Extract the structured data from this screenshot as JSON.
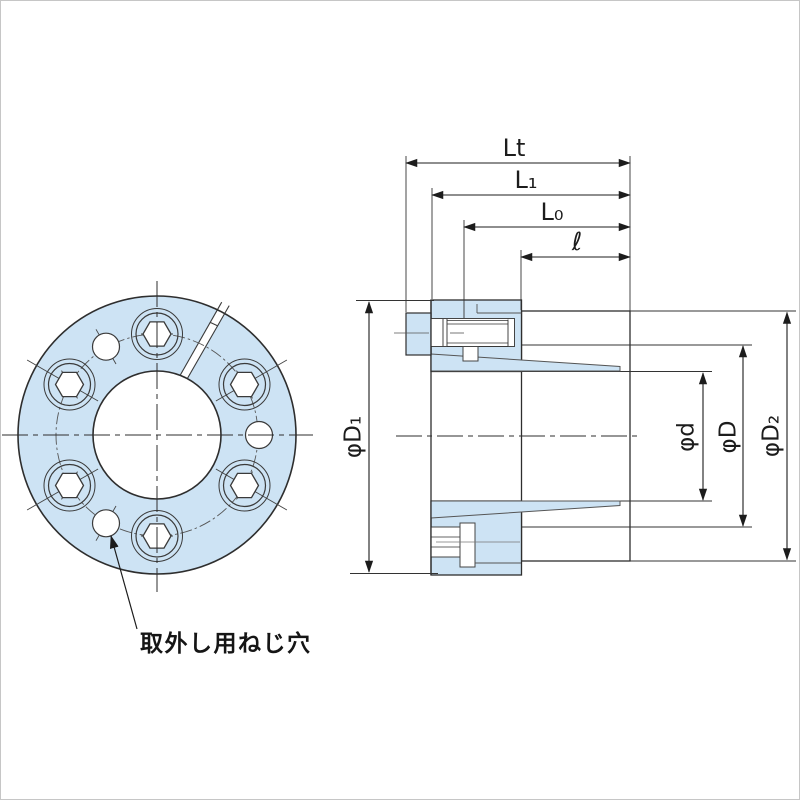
{
  "page": {
    "background": "#ffffff",
    "border_color": "#c6c6c6"
  },
  "drawing": {
    "part_fill": "#cde3f4",
    "outline_color": "#2e2e2e",
    "thin_line_color": "#4a4a4a",
    "front_view": {
      "hex_bolt_count": 6,
      "removal_hole_count": 3,
      "leader_label": "取外し用ねじ穴"
    },
    "section_view": {
      "length_dims": [
        {
          "id": "Lt",
          "label": "Lt"
        },
        {
          "id": "L1",
          "label": "L₁"
        },
        {
          "id": "L0",
          "label": "L₀"
        },
        {
          "id": "ell",
          "label": "ℓ"
        }
      ],
      "diameter_dims": [
        {
          "id": "phiD1",
          "label": "φD₁"
        },
        {
          "id": "phid",
          "label": "φd"
        },
        {
          "id": "phiD",
          "label": "φD"
        },
        {
          "id": "phiD2",
          "label": "φD₂"
        }
      ]
    }
  }
}
